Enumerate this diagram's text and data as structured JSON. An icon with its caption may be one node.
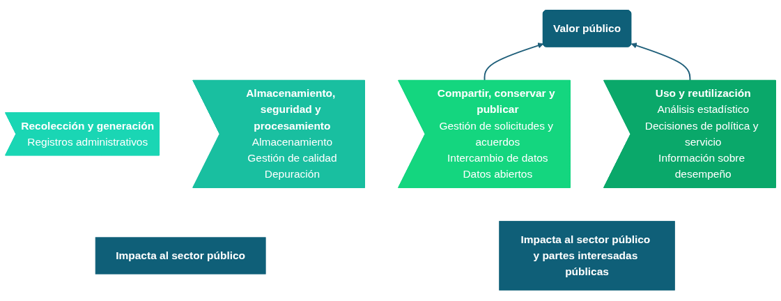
{
  "diagram": {
    "nodes": [
      {
        "text": [
          "Valor público"
        ]
      },
      {
        "text": [
          "Recolección y generación",
          "Registros administrativos"
        ]
      },
      {
        "text": [
          "Almacenamiento, seguridad y procesamiento",
          "Almacenamiento",
          "Gestión de calidad",
          "Depuración"
        ]
      },
      {
        "text": [
          "Compartir, conservar y publicar",
          "Gestión de solicitudes y acuerdos",
          "Intercambio de datos",
          "Datos abiertos"
        ]
      },
      {
        "text": [
          "Uso y reutilización",
          "Análisis estadístico",
          "Decisiones de política y servicio",
          "Información sobre desempeño"
        ]
      },
      {
        "text": [
          "Impacta al sector público"
        ]
      },
      {
        "text": [
          "Impacta al sector público y partes interesadas públicas"
        ]
      }
    ],
    "edges": [
      {
        "from": 3,
        "to": 0,
        "arrow": "to"
      },
      {
        "from": 4,
        "to": 0,
        "arrow": "to"
      }
    ]
  }
}
